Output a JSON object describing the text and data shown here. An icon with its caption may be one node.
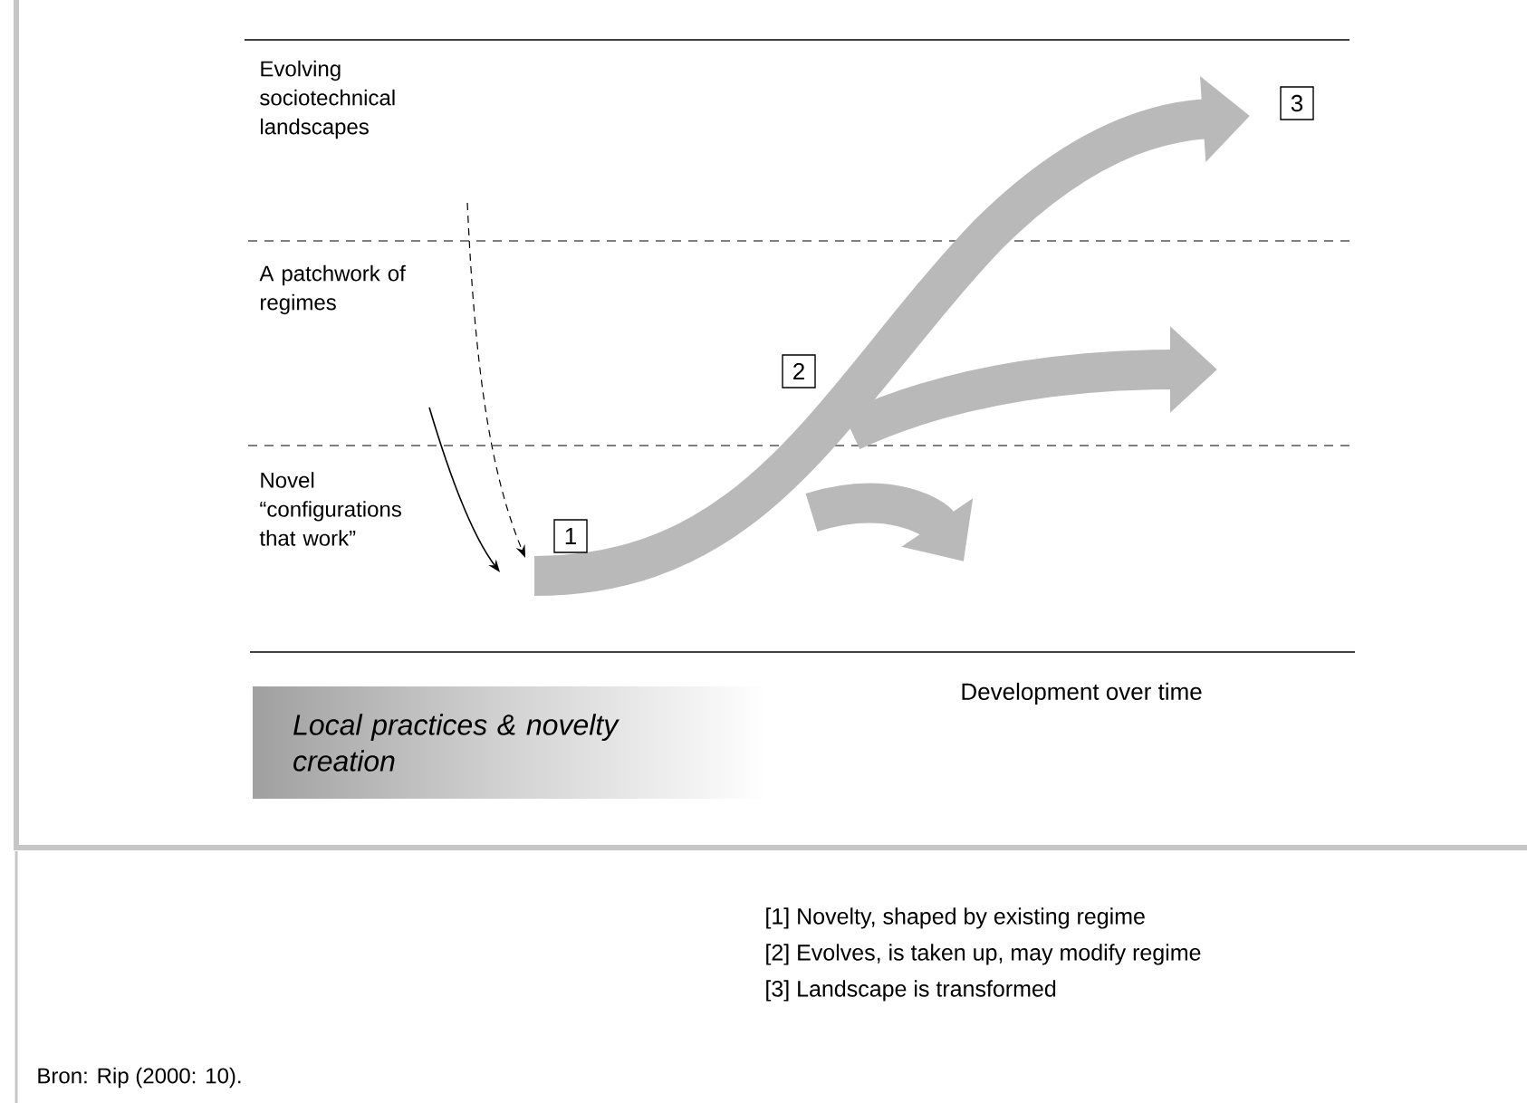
{
  "diagram": {
    "caption": "Bron: Rip (2000: 10).",
    "nodes": [
      {
        "text": [
          "1"
        ]
      },
      {
        "text": [
          "2"
        ]
      },
      {
        "text": [
          "3"
        ]
      },
      {
        "text": [
          "Local practices & novelty creation"
        ]
      }
    ],
    "edges": [],
    "labels": [
      "Evolving sociotechnical landscapes",
      "A patchwork of regimes",
      "Novel “configurations that work”",
      "Development over time",
      "[1] Novelty, shaped by existing regime",
      "[2] Evolves, is taken up, may modify regime",
      "[3] Landscape is transformed"
    ]
  }
}
